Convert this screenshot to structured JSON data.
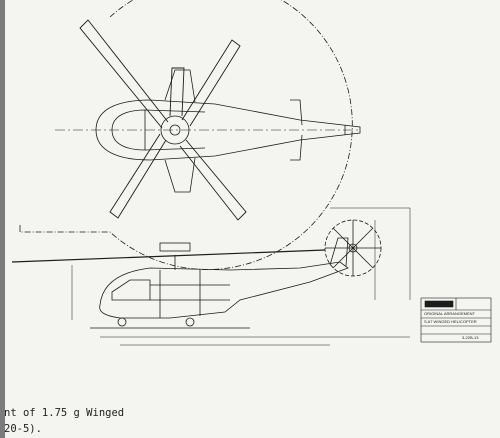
{
  "caption": {
    "line1": "nt of 1.75 g Winged",
    "line2": "20-5)."
  },
  "title_block": {
    "line1": "ORIGINAL ARRANGEMENT",
    "line2": "S-67 WINGED HELICOPTER",
    "drawing_no": "3-22B-13"
  },
  "colors": {
    "paper": "#f4f4f1",
    "ink": "#1c1c1c"
  }
}
